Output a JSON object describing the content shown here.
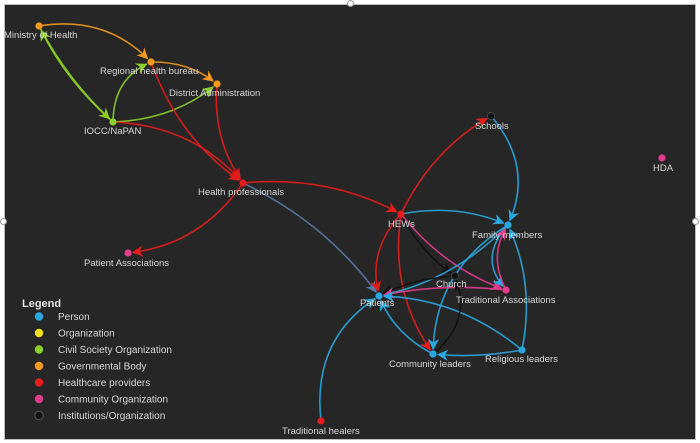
{
  "colors": {
    "person": "#29a8e0",
    "organization": "#f2e21a",
    "civil_society": "#8ccf2a",
    "governmental": "#f39a1e",
    "healthcare": "#e51c1c",
    "community": "#e23c8c",
    "institutions": "#111111",
    "background": "#262626",
    "label": "#d6d6d6"
  },
  "nodes": [
    {
      "id": "moh",
      "label": "Ministry of Health",
      "type": "governmental"
    },
    {
      "id": "rhb",
      "label": "Regional health bureau",
      "type": "governmental"
    },
    {
      "id": "da",
      "label": "District Administration",
      "type": "governmental"
    },
    {
      "id": "iocc",
      "label": "IOCC/NaPAN",
      "type": "civil_society"
    },
    {
      "id": "hp",
      "label": "Health professionals",
      "type": "healthcare"
    },
    {
      "id": "pa",
      "label": "Patient Associations",
      "type": "community"
    },
    {
      "id": "schools",
      "label": "Schools",
      "type": "institutions"
    },
    {
      "id": "hda",
      "label": "HDA",
      "type": "community"
    },
    {
      "id": "hews",
      "label": "HEWs",
      "type": "healthcare"
    },
    {
      "id": "fm",
      "label": "Family members",
      "type": "person"
    },
    {
      "id": "church",
      "label": "Church",
      "type": "institutions"
    },
    {
      "id": "ta",
      "label": "Traditional Associations",
      "type": "community"
    },
    {
      "id": "patients",
      "label": "Patients",
      "type": "person"
    },
    {
      "id": "cl",
      "label": "Community leaders",
      "type": "person"
    },
    {
      "id": "rl",
      "label": "Religious leaders",
      "type": "person"
    },
    {
      "id": "th",
      "label": "Traditional healers",
      "type": "healthcare"
    }
  ],
  "edges": [
    {
      "source": "moh",
      "target": "rhb",
      "color": "governmental"
    },
    {
      "source": "moh",
      "target": "iocc",
      "color": "civil_society"
    },
    {
      "source": "iocc",
      "target": "moh",
      "color": "civil_society"
    },
    {
      "source": "rhb",
      "target": "da",
      "color": "governmental"
    },
    {
      "source": "iocc",
      "target": "rhb",
      "color": "civil_society"
    },
    {
      "source": "iocc",
      "target": "da",
      "color": "civil_society"
    },
    {
      "source": "rhb",
      "target": "hp",
      "color": "healthcare"
    },
    {
      "source": "da",
      "target": "hp",
      "color": "healthcare"
    },
    {
      "source": "iocc",
      "target": "hp",
      "color": "healthcare"
    },
    {
      "source": "hp",
      "target": "pa",
      "color": "healthcare"
    },
    {
      "source": "hp",
      "target": "hews",
      "color": "healthcare"
    },
    {
      "source": "hp",
      "target": "patients",
      "color": "slate"
    },
    {
      "source": "hews",
      "target": "patients",
      "color": "healthcare"
    },
    {
      "source": "hews",
      "target": "fm",
      "color": "person"
    },
    {
      "source": "hews",
      "target": "church",
      "color": "institutions"
    },
    {
      "source": "hews",
      "target": "ta",
      "color": "community"
    },
    {
      "source": "hews",
      "target": "cl",
      "color": "healthcare"
    },
    {
      "source": "hews",
      "target": "schools",
      "color": "healthcare"
    },
    {
      "source": "schools",
      "target": "fm",
      "color": "person"
    },
    {
      "source": "fm",
      "target": "patients",
      "color": "person"
    },
    {
      "source": "fm",
      "target": "ta",
      "color": "person"
    },
    {
      "source": "fm",
      "target": "cl",
      "color": "person"
    },
    {
      "source": "church",
      "target": "patients",
      "color": "institutions"
    },
    {
      "source": "ta",
      "target": "patients",
      "color": "community"
    },
    {
      "source": "rl",
      "target": "patients",
      "color": "person"
    },
    {
      "source": "cl",
      "target": "patients",
      "color": "person"
    },
    {
      "source": "rl",
      "target": "cl",
      "color": "person"
    },
    {
      "source": "th",
      "target": "patients",
      "color": "person"
    },
    {
      "source": "cl",
      "target": "church",
      "color": "institutions"
    },
    {
      "source": "ta",
      "target": "fm",
      "color": "community"
    },
    {
      "source": "rl",
      "target": "fm",
      "color": "person"
    }
  ],
  "legend": {
    "title": "Legend",
    "items": [
      {
        "label": "Person",
        "type": "person"
      },
      {
        "label": "Organization",
        "type": "organization"
      },
      {
        "label": "Civil Society Organization",
        "type": "civil_society"
      },
      {
        "label": "Governmental Body",
        "type": "governmental"
      },
      {
        "label": "Healthcare providers",
        "type": "healthcare"
      },
      {
        "label": "Community Organization",
        "type": "community"
      },
      {
        "label": "Institutions/Organization",
        "type": "institutions"
      }
    ]
  }
}
